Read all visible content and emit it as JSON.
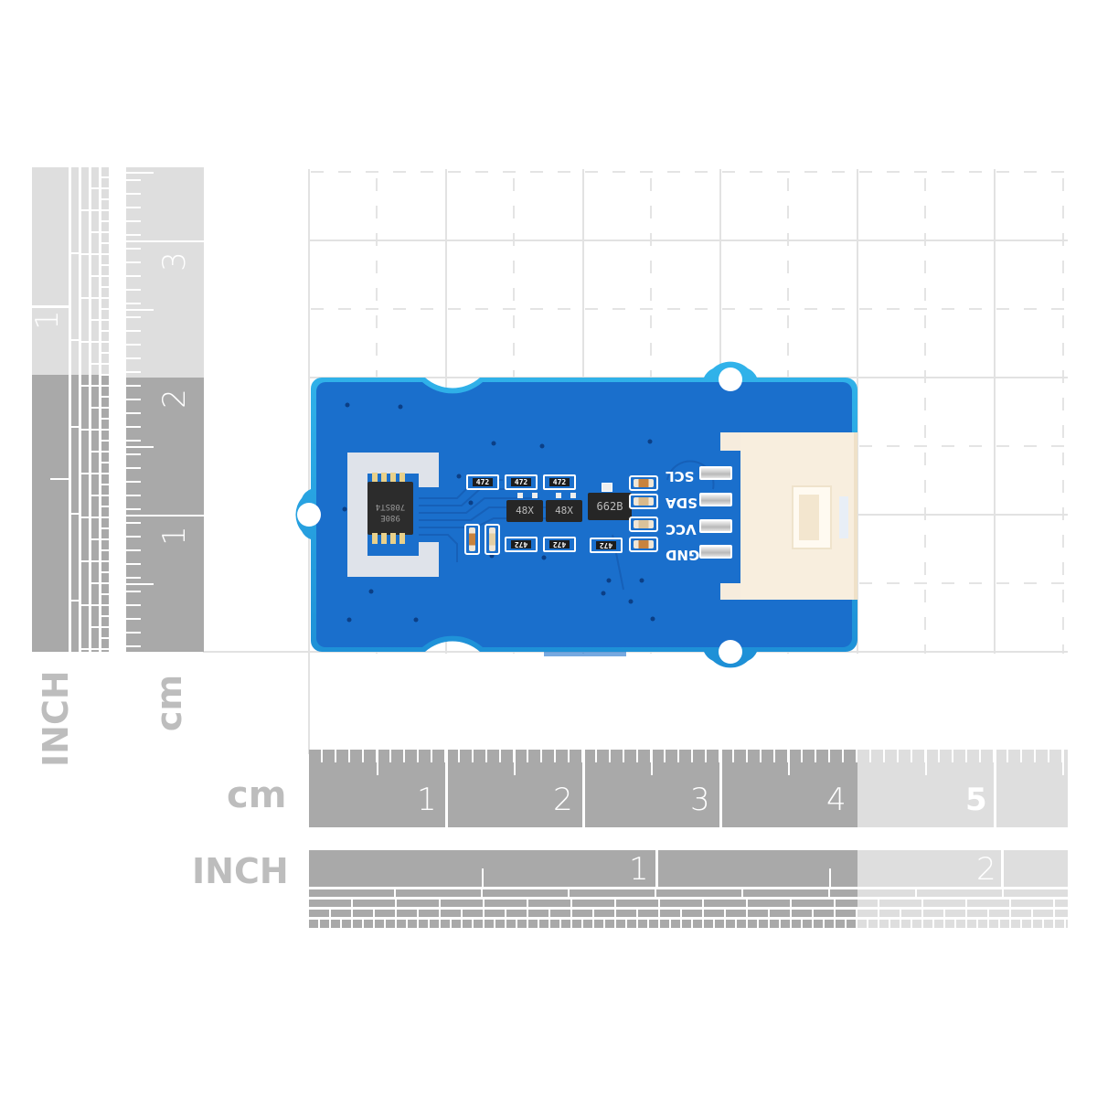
{
  "image": {
    "subject": "Grove sensor module PCB on measurement grid with rulers",
    "colors": {
      "pcb_blue": "#1a6fcc",
      "pcb_edge": "#2aa6e0",
      "ruler_dark": "#a9a9a9",
      "ruler_light": "#dddddd",
      "grid_line": "#e2e2e2",
      "connector": "#f6ecdd",
      "label_gray": "#bdbdbd"
    }
  },
  "left_rulers": {
    "inch": {
      "unit_label": "INCH",
      "numbers": [
        "1"
      ]
    },
    "cm": {
      "unit_label": "cm",
      "numbers": [
        "3",
        "2",
        "1"
      ]
    }
  },
  "bottom_rulers": {
    "cm": {
      "unit_label": "cm",
      "numbers": [
        "1",
        "2",
        "3",
        "4",
        "5"
      ]
    },
    "inch": {
      "unit_label": "INCH",
      "numbers": [
        "1",
        "2"
      ]
    }
  },
  "pcb": {
    "chip_marking": [
      "708ST4",
      "980E"
    ],
    "resistors_top": [
      "472",
      "472",
      "472"
    ],
    "resistors_bottom": [
      "472",
      "472",
      "472"
    ],
    "transistors": [
      "48X",
      "48X"
    ],
    "regulator": "662B",
    "connector_pins": [
      "SCL",
      "SDA",
      "VCC",
      "GND"
    ]
  }
}
